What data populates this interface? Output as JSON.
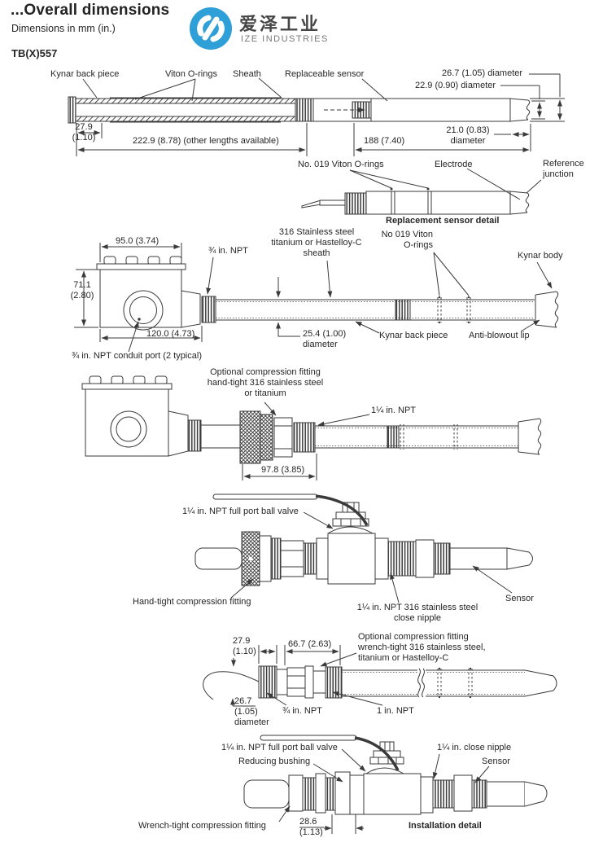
{
  "header": {
    "title": "...Overall dimensions",
    "subtitle": "Dimensions in mm (in.)",
    "model": "TB(X)557",
    "logo": {
      "cn": "爱泽工业",
      "en": "IZE INDUSTRIES"
    }
  },
  "colors": {
    "logo_blue": "#2f9fd8",
    "line": "#3a3a3a",
    "text": "#262626"
  },
  "fig_main": {
    "labels": {
      "kynar_back_piece": "Kynar back piece",
      "viton_orings": "Viton O-rings",
      "sheath": "Sheath",
      "replaceable_sensor": "Replaceable sensor",
      "dia_26_7": "26.7 (1.05) diameter",
      "dia_22_9": "22.9 (0.90) diameter",
      "dim_27_9": "27.9\n(1.10)",
      "len_222_9": "222.9 (8.78) (other lengths available)",
      "len_188": "188 (7.40)",
      "dia_21_0": "21.0 (0.83)\ndiameter"
    }
  },
  "fig_sensor_detail": {
    "caption": "Replacement sensor detail",
    "labels": {
      "orings": "No. 019 Viton O-rings",
      "electrode": "Electrode",
      "reference_junction": "Reference\njunction"
    }
  },
  "fig_junction_box": {
    "labels": {
      "w95": "95.0 (3.74)",
      "h71": "71.1\n(2.80)",
      "npt34": "¾ in. NPT",
      "sheath316": "316 Stainless steel\ntitanium or Hastelloy-C\nsheath",
      "orings": "No 019 Viton\nO-rings",
      "kynar_body": "Kynar body",
      "w120": "120.0 (4.73)",
      "conduit": "¾ in. NPT conduit port (2 typical)",
      "dia_25_4": "25.4 (1.00)\ndiameter",
      "kynar_back_piece": "Kynar back piece",
      "anti_blowout": "Anti-blowout lip"
    }
  },
  "fig_hand_tight": {
    "labels": {
      "fitting": "Optional compression fitting\nhand-tight 316 stainless steel\nor titanium",
      "npt114": "1¼ in. NPT",
      "w97": "97.8 (3.85)"
    }
  },
  "fig_ball_valve": {
    "labels": {
      "valve": "1¼ in. NPT full port ball valve",
      "fitting": "Hand-tight compression fitting",
      "nipple": "1¼ in. NPT 316 stainless steel\nclose nipple",
      "sensor": "Sensor"
    }
  },
  "fig_wrench_tight": {
    "labels": {
      "dim_27_9": "27.9\n(1.10)",
      "dim_66_7": "66.7 (2.63)",
      "fitting": "Optional compression fitting\nwrench-tight 316 stainless steel,\ntitanium or Hastelloy-C",
      "dia_26_7": "26.7\n(1.05)\ndiameter",
      "npt34": "¾ in. NPT",
      "npt1": "1 in. NPT"
    }
  },
  "fig_installation": {
    "caption": "Installation detail",
    "labels": {
      "valve": "1¼ in. NPT full port ball valve",
      "bushing": "Reducing bushing",
      "nipple": "1¼ in. close nipple",
      "sensor": "Sensor",
      "fitting": "Wrench-tight compression fitting",
      "dim_28_6": "28.6\n(1.13)"
    }
  }
}
